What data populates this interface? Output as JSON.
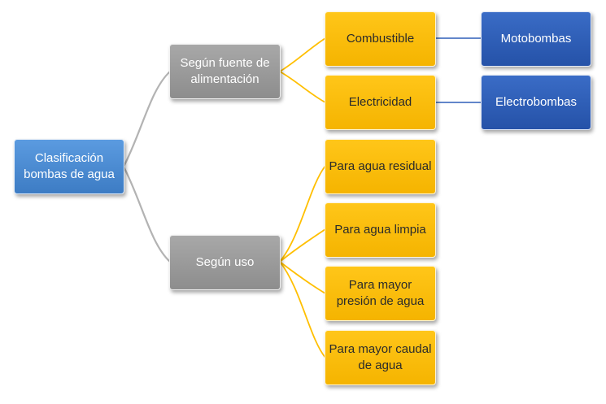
{
  "root": {
    "label": "Clasificación bombas de agua"
  },
  "branches": [
    {
      "label": "Según fuente de alimentación",
      "children": [
        {
          "label": "Combustible",
          "leaf": "Motobombas"
        },
        {
          "label": "Electricidad",
          "leaf": "Electrobombas"
        }
      ]
    },
    {
      "label": "Según uso",
      "children": [
        {
          "label": "Para agua residual"
        },
        {
          "label": "Para agua limpia"
        },
        {
          "label": "Para mayor presión de agua"
        },
        {
          "label": "Para mayor caudal de agua"
        }
      ]
    }
  ],
  "colors": {
    "root": "#4f8fd6",
    "category": "#9d9d9d",
    "item": "#ffbf00",
    "leaf": "#2f5fb8",
    "connector_grey": "#b0b0b0",
    "connector_orange": "#ffbf00",
    "connector_blue": "#2f5fb8"
  }
}
